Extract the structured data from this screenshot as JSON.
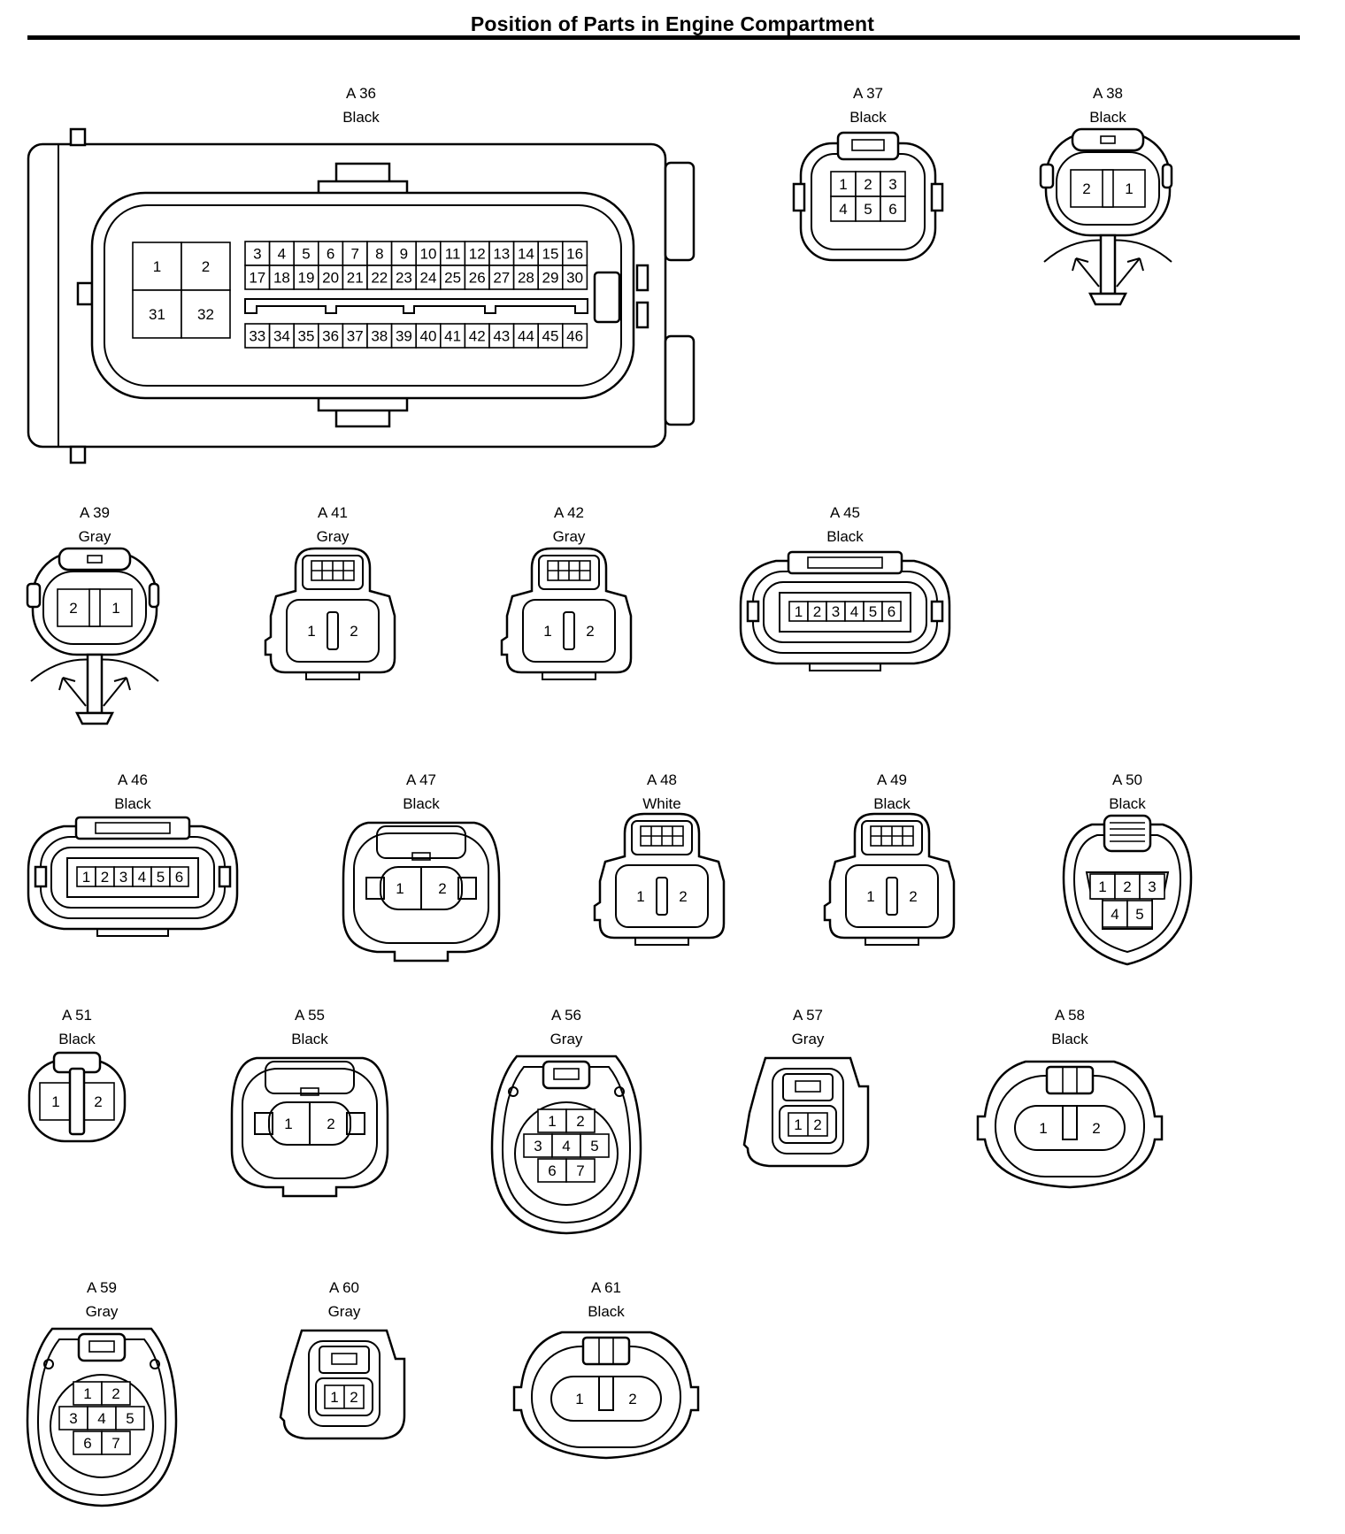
{
  "page": {
    "title": "Position of Parts in Engine Compartment"
  },
  "connectors": [
    {
      "id": "A 36",
      "color": "Black",
      "pins": [
        "1",
        "2",
        "31",
        "32",
        "3",
        "4",
        "5",
        "6",
        "7",
        "8",
        "9",
        "10",
        "11",
        "12",
        "13",
        "14",
        "15",
        "16",
        "17",
        "18",
        "19",
        "20",
        "21",
        "22",
        "23",
        "24",
        "25",
        "26",
        "27",
        "28",
        "29",
        "30",
        "33",
        "34",
        "35",
        "36",
        "37",
        "38",
        "39",
        "40",
        "41",
        "42",
        "43",
        "44",
        "45",
        "46"
      ]
    },
    {
      "id": "A 37",
      "color": "Black",
      "pins": [
        "1",
        "2",
        "3",
        "4",
        "5",
        "6"
      ]
    },
    {
      "id": "A 38",
      "color": "Black",
      "pins": [
        "2",
        "1"
      ]
    },
    {
      "id": "A 39",
      "color": "Gray",
      "pins": [
        "2",
        "1"
      ]
    },
    {
      "id": "A 41",
      "color": "Gray",
      "pins": [
        "1",
        "2"
      ]
    },
    {
      "id": "A 42",
      "color": "Gray",
      "pins": [
        "1",
        "2"
      ]
    },
    {
      "id": "A 45",
      "color": "Black",
      "pins": [
        "1",
        "2",
        "3",
        "4",
        "5",
        "6"
      ]
    },
    {
      "id": "A 46",
      "color": "Black",
      "pins": [
        "1",
        "2",
        "3",
        "4",
        "5",
        "6"
      ]
    },
    {
      "id": "A 47",
      "color": "Black",
      "pins": [
        "1",
        "2"
      ]
    },
    {
      "id": "A 48",
      "color": "White",
      "pins": [
        "1",
        "2"
      ]
    },
    {
      "id": "A 49",
      "color": "Black",
      "pins": [
        "1",
        "2"
      ]
    },
    {
      "id": "A 50",
      "color": "Black",
      "pins": [
        "1",
        "2",
        "3",
        "4",
        "5"
      ]
    },
    {
      "id": "A 51",
      "color": "Black",
      "pins": [
        "1",
        "2"
      ]
    },
    {
      "id": "A 55",
      "color": "Black",
      "pins": [
        "1",
        "2"
      ]
    },
    {
      "id": "A 56",
      "color": "Gray",
      "pins": [
        "1",
        "2",
        "3",
        "4",
        "5",
        "6",
        "7"
      ]
    },
    {
      "id": "A 57",
      "color": "Gray",
      "pins": [
        "1",
        "2"
      ]
    },
    {
      "id": "A 58",
      "color": "Black",
      "pins": [
        "1",
        "2"
      ]
    },
    {
      "id": "A 59",
      "color": "Gray",
      "pins": [
        "1",
        "2",
        "3",
        "4",
        "5",
        "6",
        "7"
      ]
    },
    {
      "id": "A 60",
      "color": "Gray",
      "pins": [
        "1",
        "2"
      ]
    },
    {
      "id": "A 61",
      "color": "Black",
      "pins": [
        "1",
        "2"
      ]
    }
  ]
}
